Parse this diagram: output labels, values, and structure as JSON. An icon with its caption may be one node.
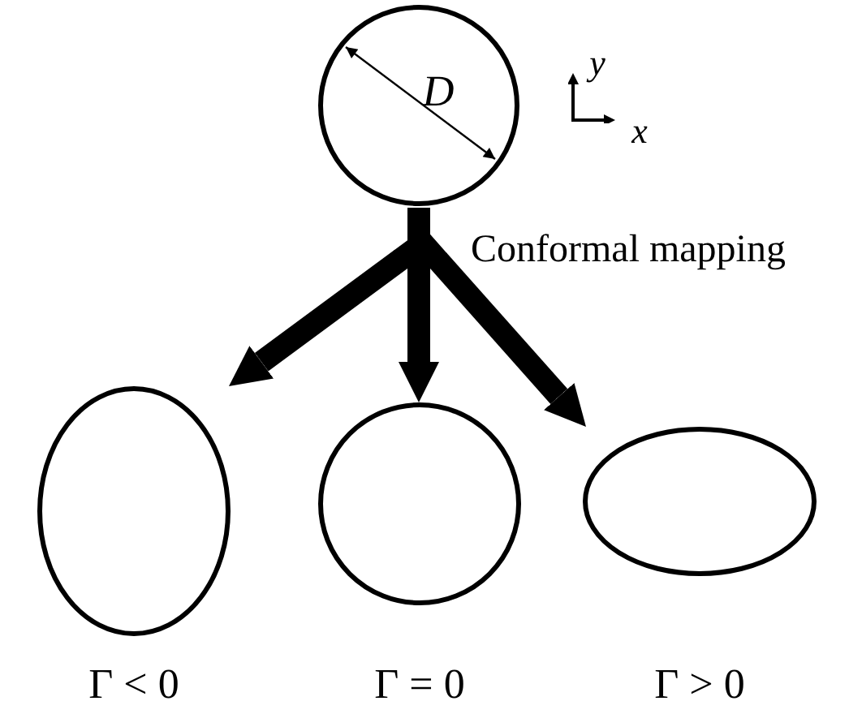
{
  "diagram": {
    "nodes": [
      {
        "text": [],
        "shape": "circle"
      },
      {
        "text": [],
        "shape": "ellipse",
        "beside": [
          "Γ < 0"
        ]
      },
      {
        "text": [],
        "shape": "circle",
        "beside": [
          "Γ = 0"
        ]
      },
      {
        "text": [],
        "shape": "ellipse",
        "beside": [
          "Γ > 0"
        ]
      }
    ],
    "edges": [
      {
        "from": 0,
        "to": 1,
        "arrow": "to"
      },
      {
        "from": 0,
        "to": 2,
        "arrow": "to"
      },
      {
        "from": 0,
        "to": 3,
        "arrow": "to",
        "label": "Conformal mapping"
      }
    ],
    "labels": [
      "D",
      "y",
      "x"
    ]
  }
}
